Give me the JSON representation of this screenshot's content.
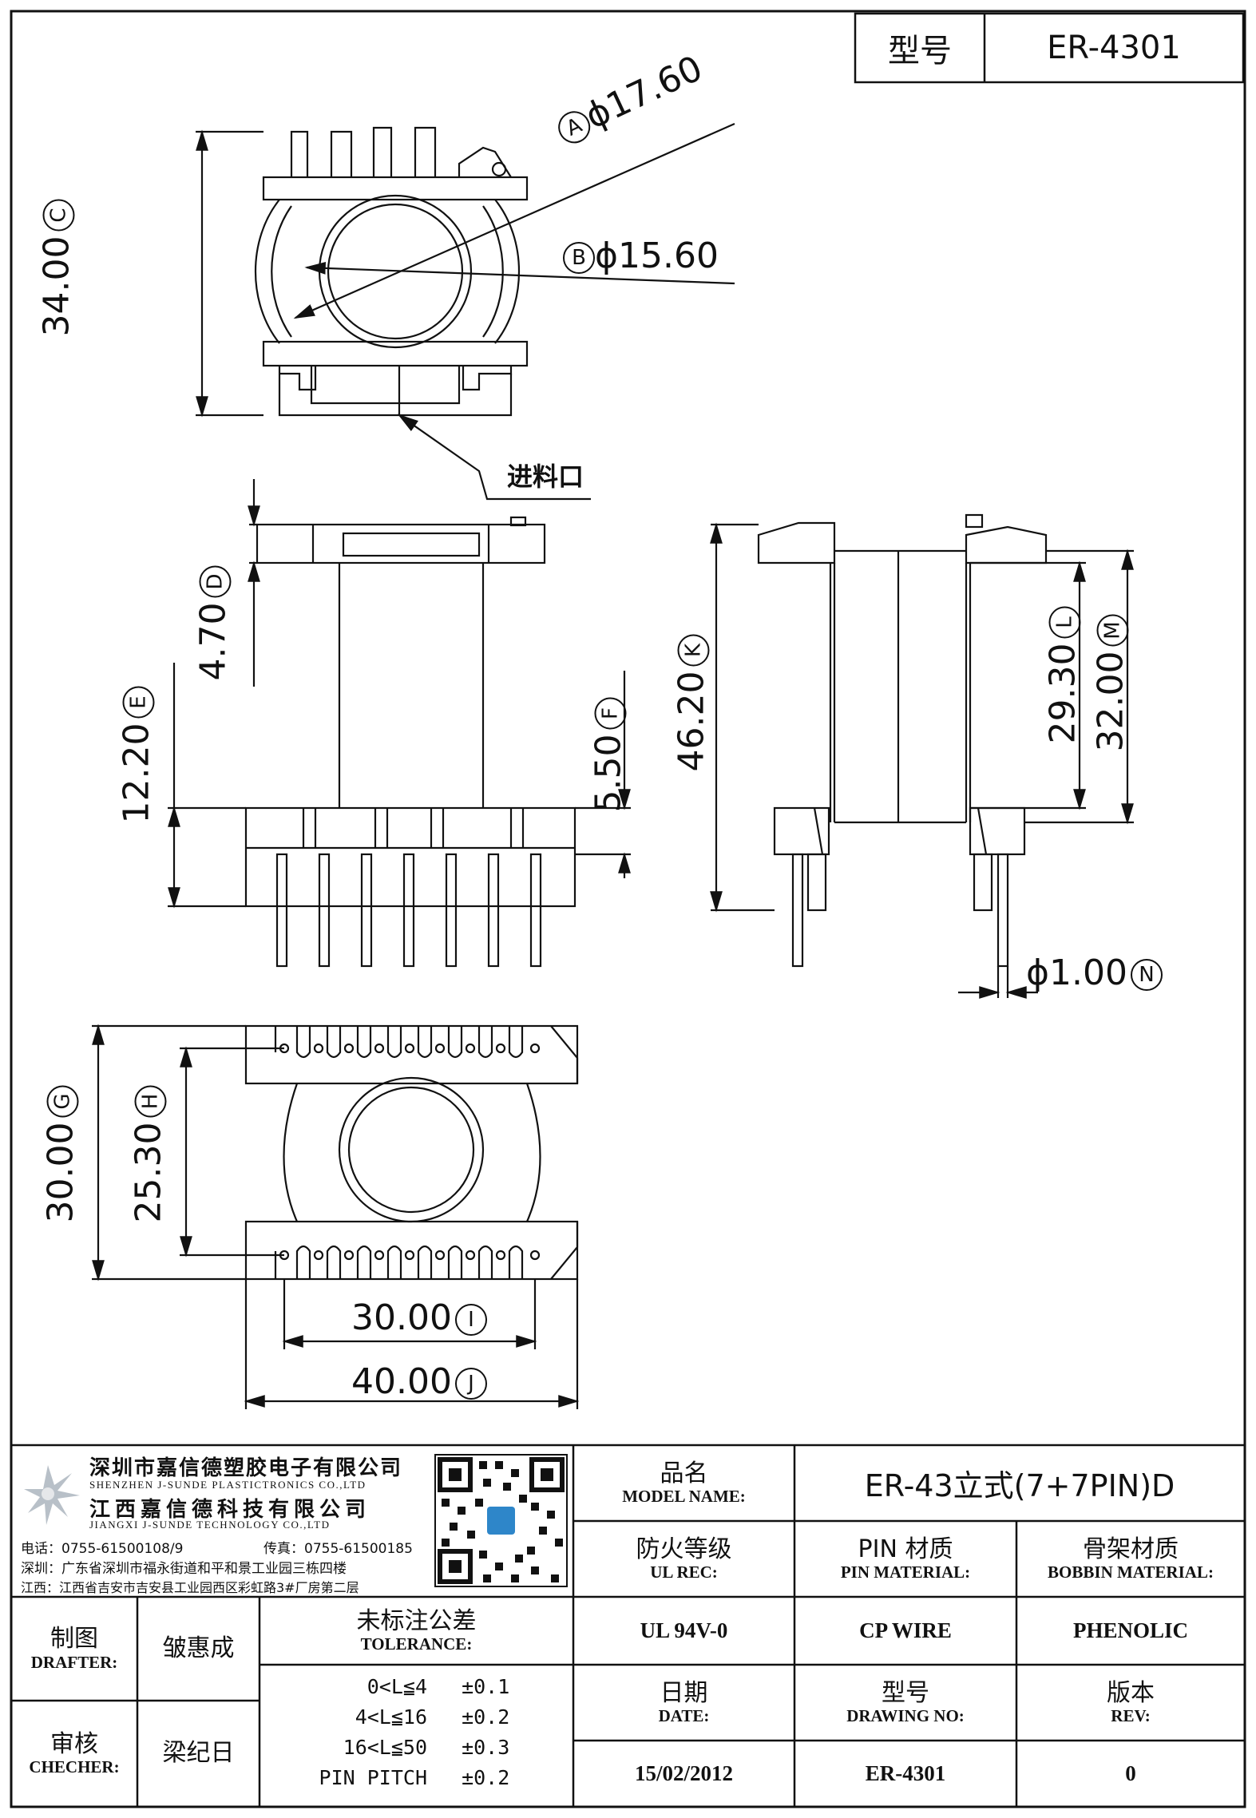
{
  "header": {
    "model_label": "型号",
    "model_value": "ER-4301"
  },
  "dimensions": {
    "A": {
      "letter": "A",
      "text": "ϕ17.60"
    },
    "B": {
      "letter": "B",
      "text": "ϕ15.60"
    },
    "C": {
      "letter": "C",
      "text": "34.00"
    },
    "D": {
      "letter": "D",
      "text": "4.70"
    },
    "E": {
      "letter": "E",
      "text": "12.20"
    },
    "F": {
      "letter": "F",
      "text": "5.50"
    },
    "G": {
      "letter": "G",
      "text": "30.00"
    },
    "H": {
      "letter": "H",
      "text": "25.30"
    },
    "I": {
      "letter": "I",
      "text": "30.00"
    },
    "J": {
      "letter": "J",
      "text": "40.00"
    },
    "K": {
      "letter": "K",
      "text": "46.20"
    },
    "L": {
      "letter": "L",
      "text": "29.30"
    },
    "M": {
      "letter": "M",
      "text": "32.00"
    },
    "N": {
      "letter": "N",
      "text": "ϕ1.00"
    }
  },
  "feed_label": "进料口",
  "company": {
    "name_cn_1": "深圳市嘉信德塑胶电子有限公司",
    "name_en_1": "SHENZHEN J-SUNDE PLASTICTRONICS CO.,LTD",
    "name_cn_2": "江西嘉信德科技有限公司",
    "name_en_2": "JIANGXI J-SUNDE TECHNOLOGY CO.,LTD",
    "phone": "电话：0755-61500108/9",
    "fax": "传真：0755-61500185",
    "addr_sz": "深圳：广东省深圳市福永街道和平和景工业园三栋四楼",
    "addr_jx": "江西：江西省吉安市吉安县工业园西区彩虹路3#厂房第二层"
  },
  "title_block": {
    "product_name_cn": "品名",
    "product_name_en": "MODEL NAME:",
    "product_name_value": "ER-43立式(7+7PIN)D",
    "fire_cn": "防火等级",
    "fire_en": "UL REC:",
    "pin_cn": "PIN 材质",
    "pin_en": "PIN MATERIAL:",
    "bobbin_cn": "骨架材质",
    "bobbin_en": "BOBBIN MATERIAL:",
    "fire_value": "UL 94V-0",
    "pin_value": "CP WIRE",
    "bobbin_value": "PHENOLIC",
    "date_cn": "日期",
    "date_en": "DATE:",
    "drawing_cn": "型号",
    "drawing_en": "DRAWING NO:",
    "rev_cn": "版本",
    "rev_en": "REV:",
    "date_value": "15/02/2012",
    "drawing_value": "ER-4301",
    "rev_value": "0",
    "drafter_cn": "制图",
    "drafter_en": "DRAFTER:",
    "drafter_name": "皱惠成",
    "checker_cn": "审核",
    "checker_en": "CHECHER:",
    "checker_name": "梁纪日",
    "tolerance_cn": "未标注公差",
    "tolerance_en": "TOLERANCE:",
    "tolerances": [
      {
        "range": "0<L≦4",
        "value": "±0.1"
      },
      {
        "range": "4<L≦16",
        "value": "±0.2"
      },
      {
        "range": "16<L≦50",
        "value": "±0.3"
      },
      {
        "range": "PIN PITCH",
        "value": "±0.2"
      }
    ]
  }
}
